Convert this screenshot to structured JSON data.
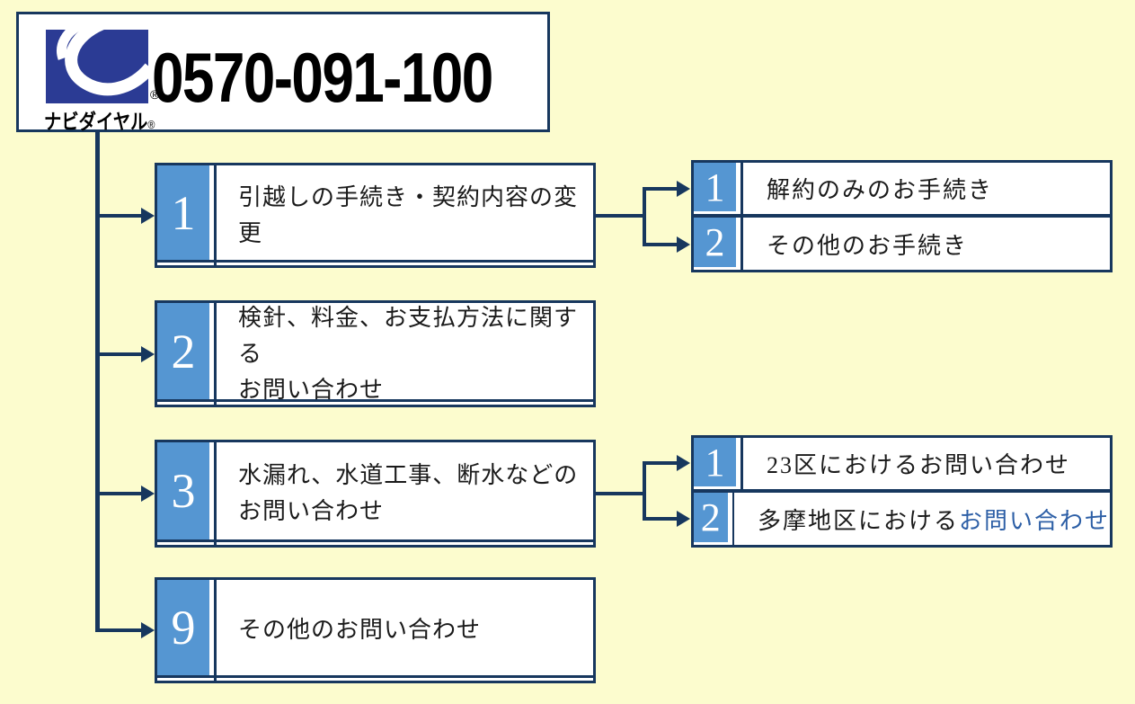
{
  "colors": {
    "background": "#FCFCCE",
    "line_navy": "#17375E",
    "key_badge_blue": "#5596D2",
    "logo_blue": "#2B3B94",
    "link_blue": "#2D5FA6",
    "text_color": "#1A1A1A",
    "box_white": "#FFFFFF"
  },
  "header": {
    "phone": "0570-091-100",
    "logo_text": "ナビダイヤル",
    "reg_mark": "®",
    "logo_icon": "navidial-wave-icon"
  },
  "tree": {
    "options": [
      {
        "key": "1",
        "line1": "引越しの手続き・契約内容の変更",
        "children": [
          {
            "key": "1",
            "label": "解約のみのお手続き"
          },
          {
            "key": "2",
            "label": "その他のお手続き"
          }
        ]
      },
      {
        "key": "2",
        "line1": "検針、料金、お支払方法に関する",
        "line2": "お問い合わせ"
      },
      {
        "key": "3",
        "line1": "水漏れ、水道工事、断水などの",
        "line2": "お問い合わせ",
        "children": [
          {
            "key": "1",
            "label": "23区におけるお問い合わせ"
          },
          {
            "key": "2",
            "label": "多摩地区における",
            "label_link": "お問い合わせ"
          }
        ]
      },
      {
        "key": "9",
        "line1": "その他のお問い合わせ"
      }
    ]
  }
}
